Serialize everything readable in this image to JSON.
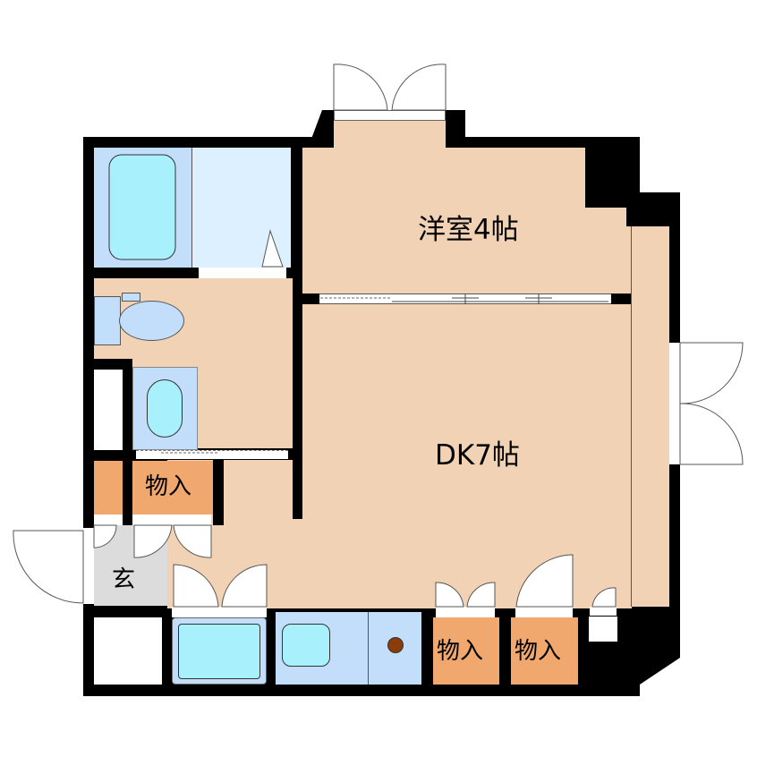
{
  "floorplan": {
    "rooms": {
      "western_room": {
        "label": "洋室4帖",
        "type": "western-room",
        "size_jo": 4
      },
      "dk": {
        "label": "DK7帖",
        "type": "dining-kitchen",
        "size_jo": 7
      },
      "entrance": {
        "label": "玄",
        "type": "entrance"
      },
      "storage_left": {
        "label": "物入",
        "type": "storage"
      },
      "storage_bottom_1": {
        "label": "物入",
        "type": "storage"
      },
      "storage_bottom_2": {
        "label": "物入",
        "type": "storage"
      }
    },
    "fixtures": [
      "bathtub",
      "toilet",
      "washbasin",
      "kitchen-sink",
      "stove",
      "laundry-pan",
      "shoe-cabinet"
    ],
    "colors": {
      "wall": "#000000",
      "floor": "#f2d2b5",
      "wet_area": "#c2defa",
      "wet_area_light": "#dcf0ff",
      "fixture": "#a8f0fc",
      "storage": "#f1a86e",
      "entrance": "#dcdcdc",
      "stove_burner": "#8b3c0a"
    }
  }
}
